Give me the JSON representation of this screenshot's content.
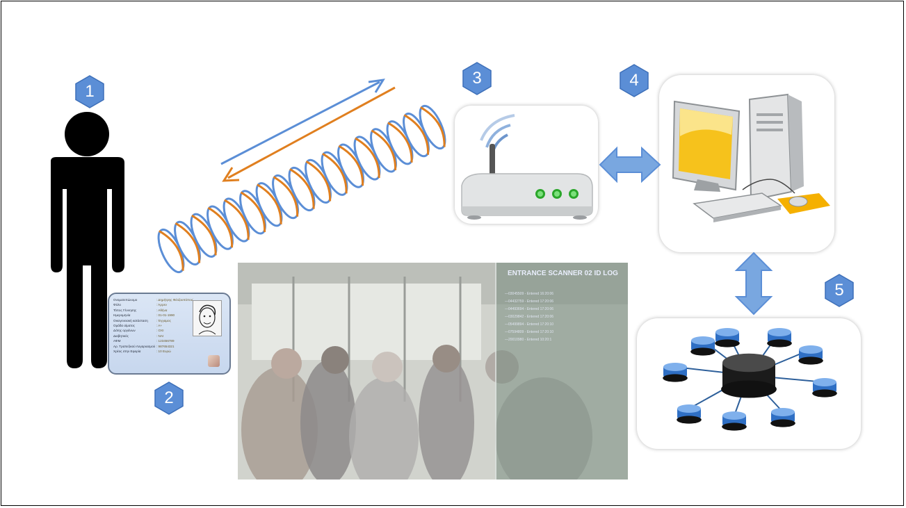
{
  "badges": [
    {
      "label": "1"
    },
    {
      "label": "2"
    },
    {
      "label": "3"
    },
    {
      "label": "4"
    },
    {
      "label": "5"
    }
  ],
  "colors": {
    "badge_fill": "#5b8ed6",
    "badge_stroke": "#3d6fb8",
    "arrow_blue": "#5b8ed6",
    "arrow_orange": "#e07f1f",
    "silhouette": "#000000",
    "coil_blue": "#5b8ed6",
    "coil_orange": "#e07f1f"
  },
  "icons": {
    "person": "person-silhouette-icon",
    "card": "id-card-icon",
    "router": "wireless-router-icon",
    "computer": "desktop-computer-icon",
    "network": "database-network-icon",
    "link": "double-arrow-icon"
  },
  "id_card": {
    "rows": [
      {
        "key": "Ονοματεπώνυμο",
        "value": ": Δημήτρης Φιλιζουπόπουλος"
      },
      {
        "key": "Φύλο",
        "value": ": Άρρεν"
      },
      {
        "key": "Τόπος Γέννησης",
        "value": ": Αθήνα"
      },
      {
        "key": "Ημερομηνία",
        "value": ": 01-01-1990"
      },
      {
        "key": "Οικογενειακή κατάσταση",
        "value": ": Έγγαμος"
      },
      {
        "key": "Ομάδα αίματος",
        "value": ": A+"
      },
      {
        "key": "Δότης οργάνων",
        "value": ": ΟΧΙ"
      },
      {
        "key": "Διαβητικός",
        "value": ": ΝΑΙ"
      },
      {
        "key": "ΑΦΜ",
        "value": ": 123456789"
      },
      {
        "key": "Αρ. Τραπεζικού Λογαριασμού",
        "value": ": 987654321"
      },
      {
        "key": "Χρέος στην Εφορία",
        "value": ": 10 Ευρώ"
      }
    ]
  },
  "video": {
    "log_title": "ENTRANCE SCANNER 02 ID LOG",
    "log_rows": [
      "—03045509 - Entered 16:20:06",
      "—04432759 - Entered 17:20:06",
      "—04493694 - Entered 17:20:06",
      "—03029842 - Entered 17:20:06",
      "—05499894 - Entered 17:20:10",
      "—07594809 - Entered 17:20:10",
      "—20010980 - Entered 10:20:1"
    ]
  }
}
